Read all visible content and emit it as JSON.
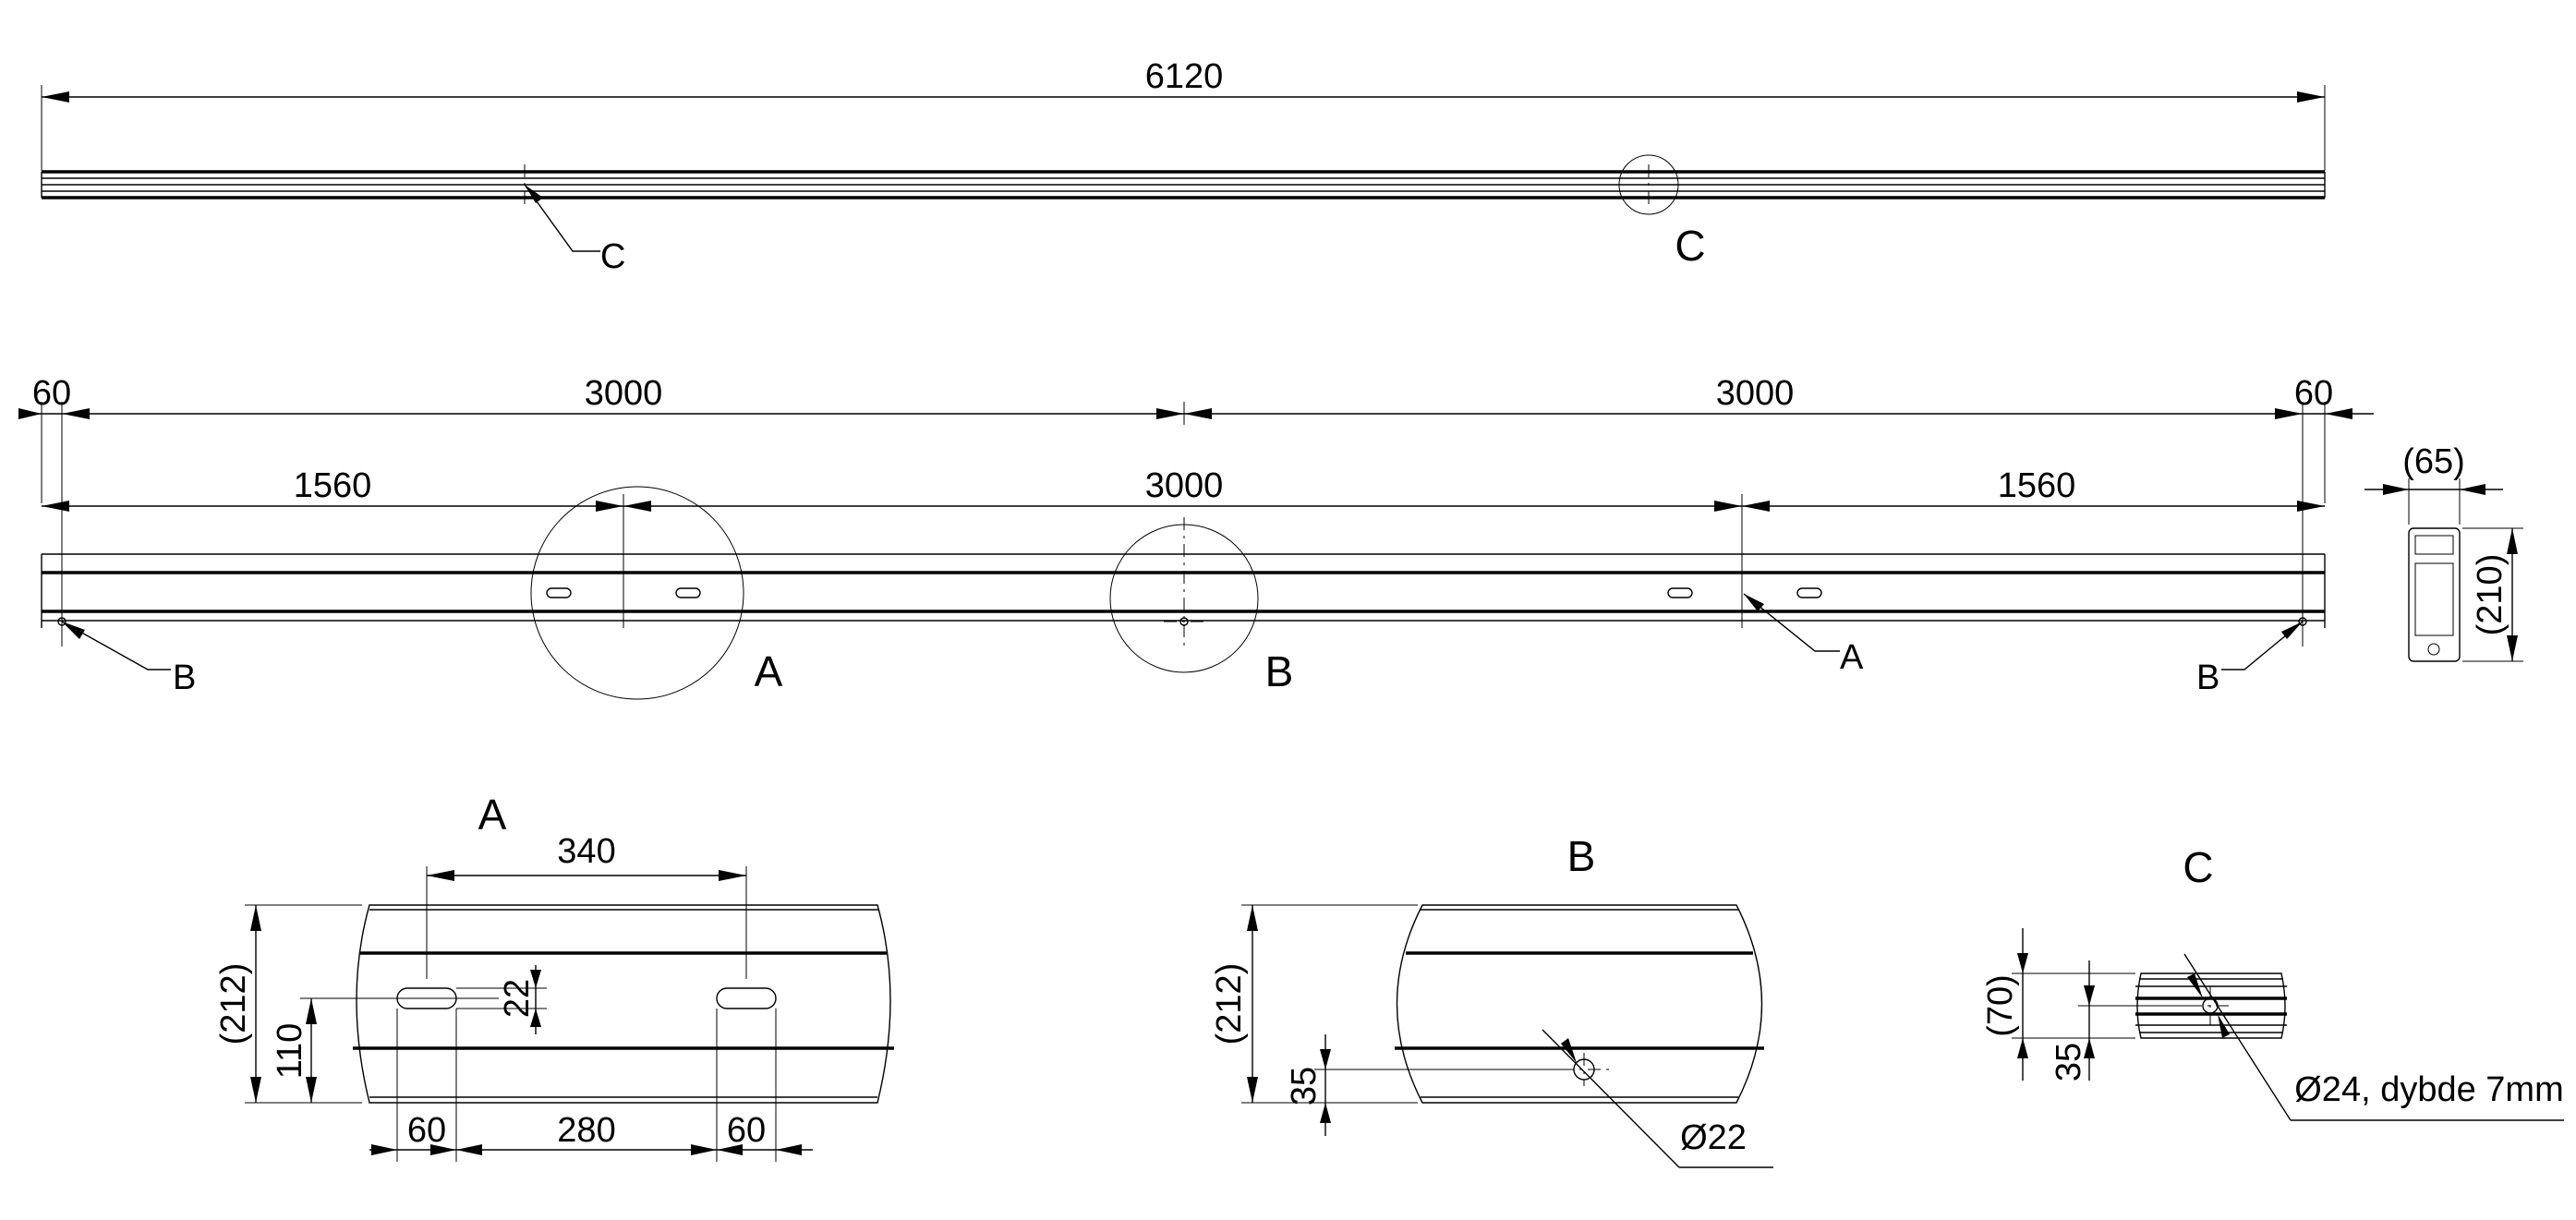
{
  "top_view": {
    "overall_length": "6120",
    "callout_leader": "C",
    "detail_circle_label": "C"
  },
  "front_view": {
    "edge_left": "60",
    "span_left": "3000",
    "span_right": "3000",
    "edge_right": "60",
    "offset_left": "1560",
    "center_span": "3000",
    "offset_right": "1560",
    "detail_a_label": "A",
    "detail_b_label": "B",
    "leader_a": "A",
    "leader_b_left": "B",
    "leader_b_right": "B"
  },
  "section_view": {
    "width": "(65)",
    "height": "(210)"
  },
  "detail_a": {
    "title": "A",
    "slot_spacing": "340",
    "height": "(212)",
    "slot_height_position": "110",
    "slot_width": "22",
    "edge_left": "60",
    "middle": "280",
    "edge_right": "60"
  },
  "detail_b": {
    "title": "B",
    "height": "(212)",
    "hole_position": "35",
    "hole_diameter": "Ø22"
  },
  "detail_c": {
    "title": "C",
    "height": "(70)",
    "hole_position": "35",
    "hole_note": "Ø24, dybde 7mm"
  }
}
